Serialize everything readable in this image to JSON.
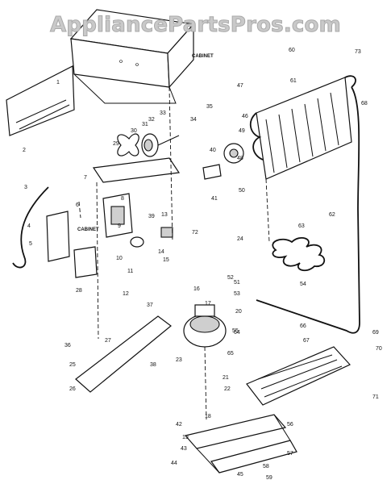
{
  "watermark": "AppliancePartsPros.com",
  "tags": {
    "cabinet_top": "CABINET",
    "cabinet_left": "CABINET"
  },
  "callouts": [
    "1",
    "2",
    "3",
    "4",
    "5",
    "6",
    "7",
    "8",
    "9",
    "10",
    "11",
    "12",
    "13",
    "14",
    "15",
    "16",
    "17",
    "18",
    "19",
    "20",
    "21",
    "22",
    "23",
    "24",
    "25",
    "26",
    "27",
    "28",
    "29",
    "30",
    "31",
    "32",
    "33",
    "34",
    "35",
    "36",
    "37",
    "38",
    "39",
    "40",
    "41",
    "42",
    "43",
    "44",
    "45",
    "46",
    "47",
    "48",
    "49",
    "50",
    "51",
    "52",
    "53",
    "54",
    "55",
    "56",
    "57",
    "58",
    "59",
    "60",
    "61",
    "62",
    "63",
    "64",
    "65",
    "66",
    "67",
    "68",
    "69",
    "70",
    "71",
    "72",
    "73"
  ]
}
